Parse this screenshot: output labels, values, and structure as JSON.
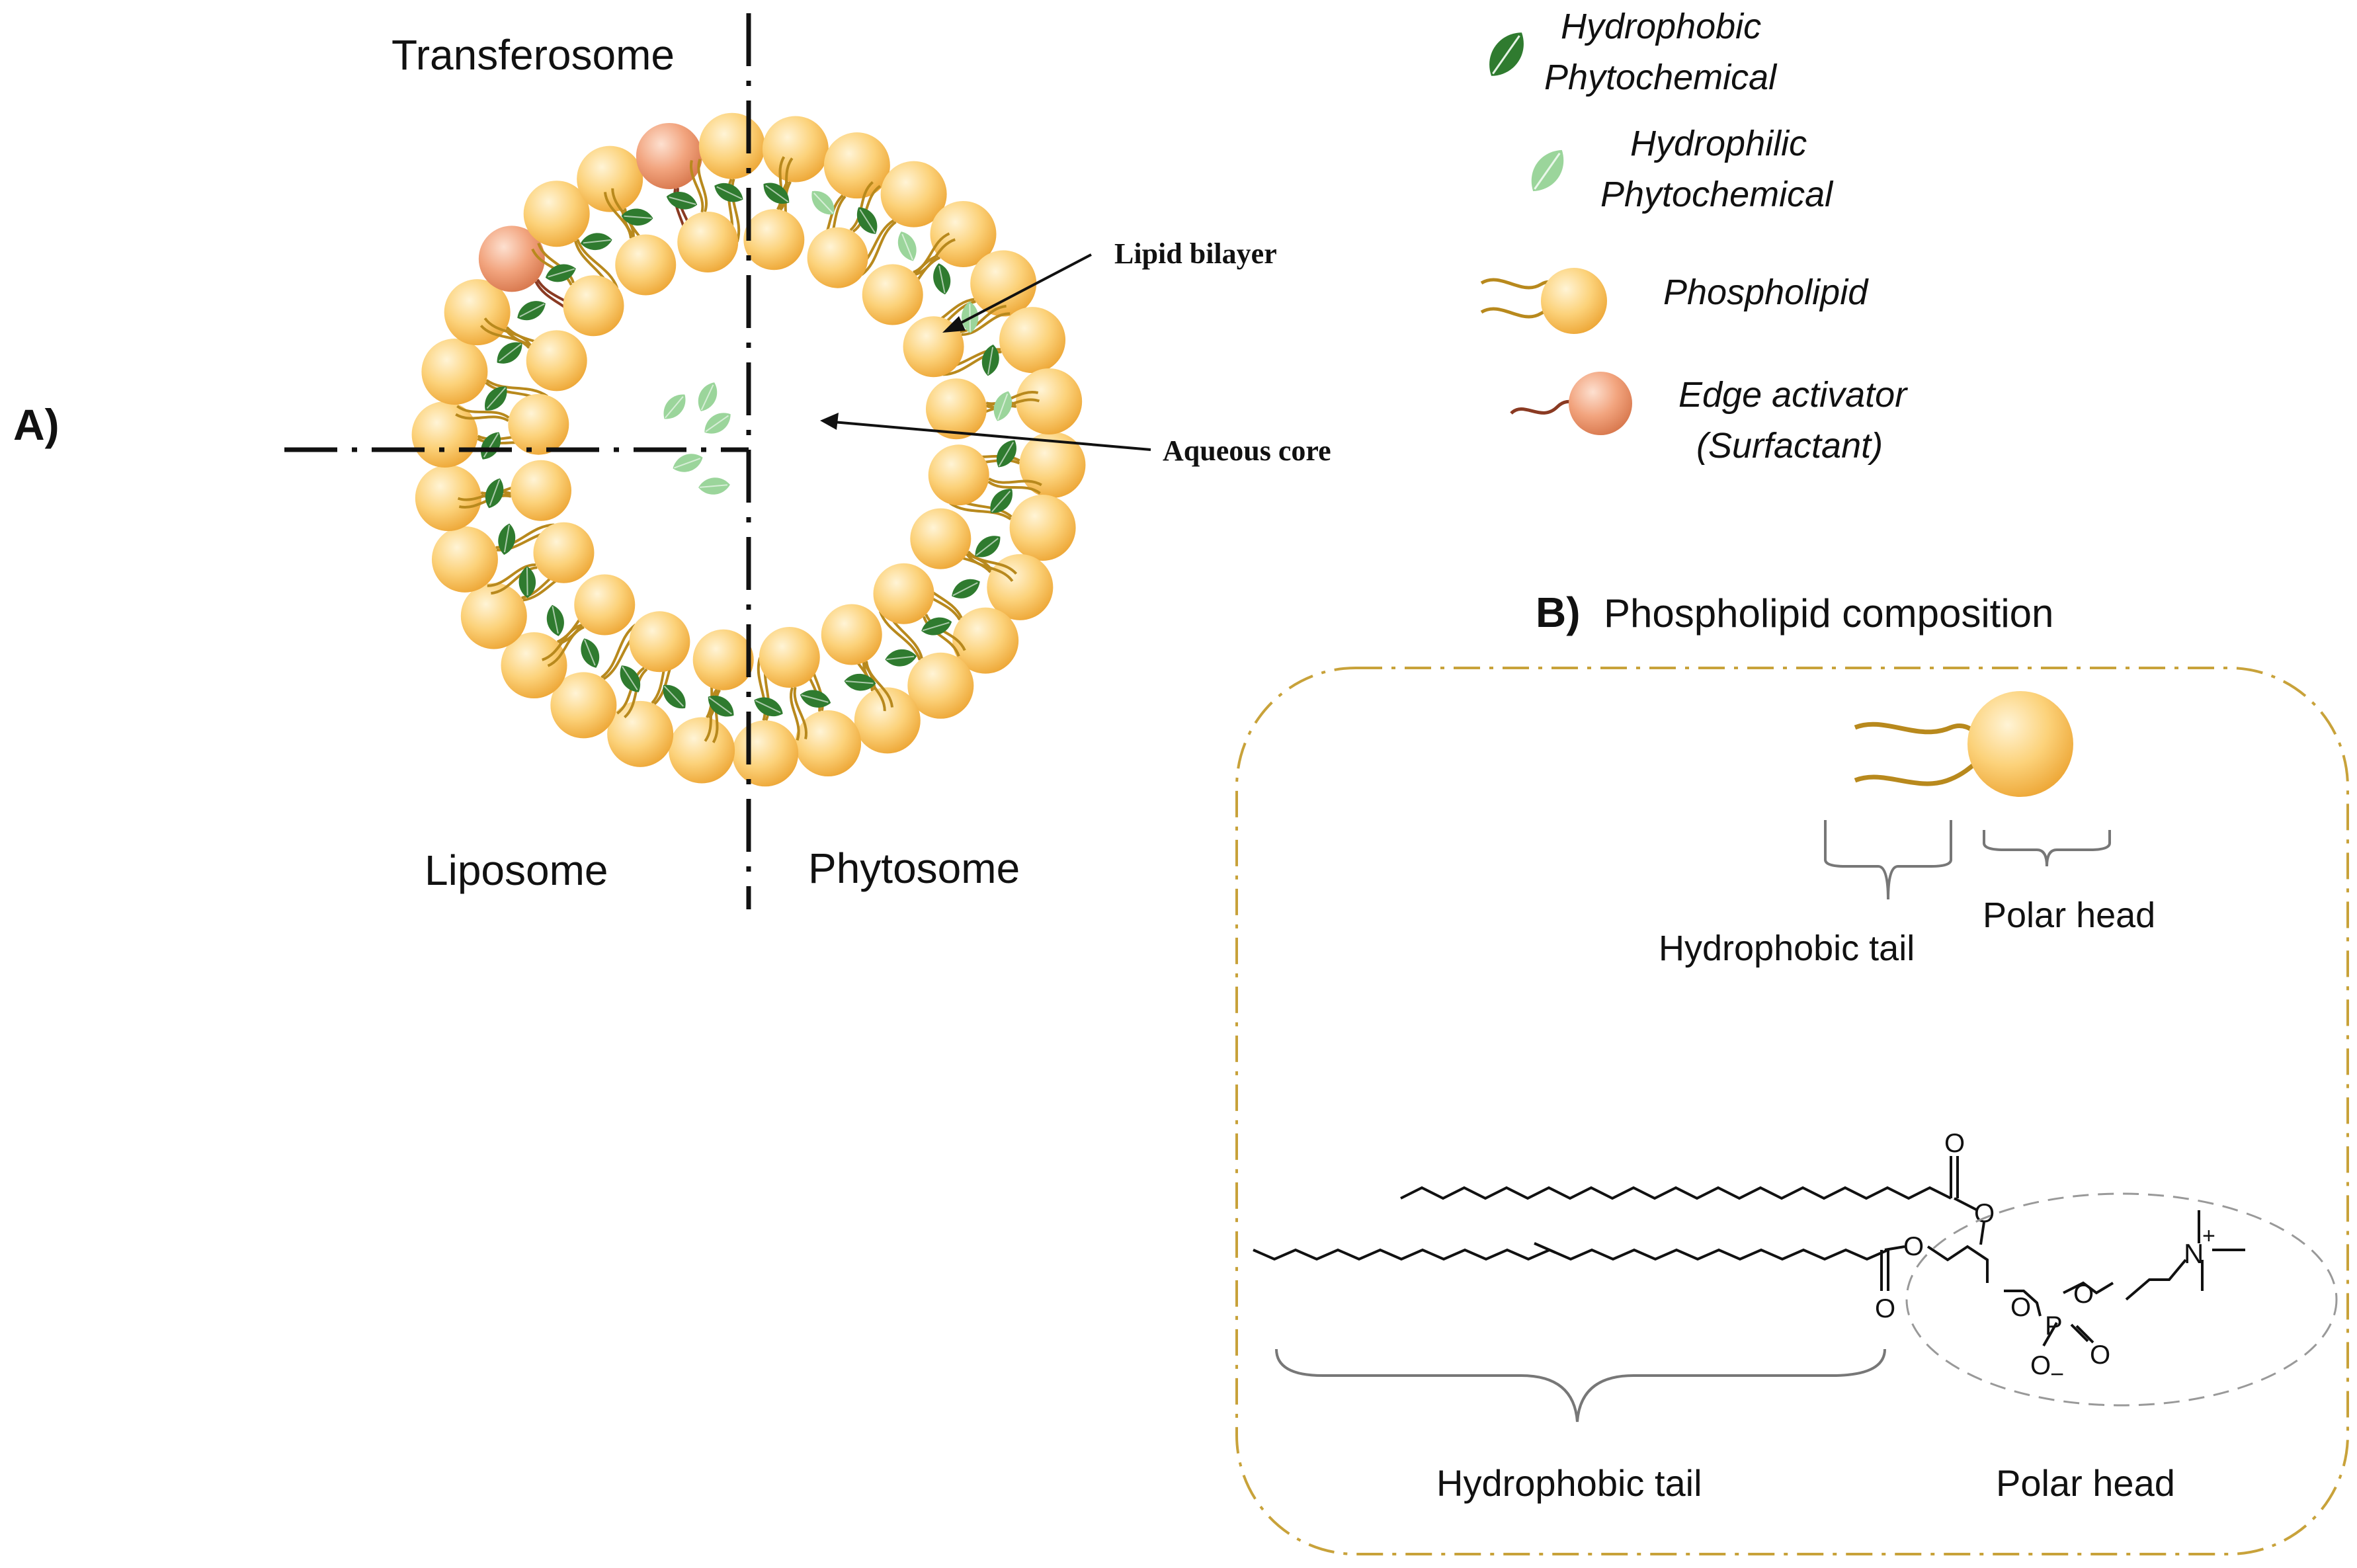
{
  "panel_a": {
    "label": "A)",
    "quadrants": {
      "transferosome": "Transferosome",
      "liposome": "Liposome",
      "phytosome": "Phytosome"
    },
    "annotations": {
      "lipid_bilayer": "Lipid bilayer",
      "aqueous_core": "Aqueous core"
    }
  },
  "legend": {
    "hydrophobic": [
      "Hydrophobic",
      "Phytochemical"
    ],
    "hydrophilic": [
      "Hydrophilic",
      "Phytochemical"
    ],
    "phospholipid": "Phospholipid",
    "edge_activator": [
      "Edge activator",
      "(Surfactant)"
    ]
  },
  "panel_b": {
    "label": "B)",
    "title": "Phospholipid composition",
    "hydrophobic_tail": "Hydrophobic tail",
    "polar_head": "Polar head",
    "chem": {
      "oxygen": "O",
      "phosphorus": "P",
      "nitrogen": "N",
      "plus": "+",
      "minus": "−"
    }
  },
  "colors": {
    "head_fill": "#fbc75a",
    "head_highlight": "#fff3cf",
    "edge_fill": "#ef9a72",
    "tail": "#b8891d",
    "edge_tail": "#8a3a22",
    "leaf_dark": "#2f7b2f",
    "leaf_light": "#9bd59b",
    "box_border": "#c8a23a",
    "ellipse_border": "#999999"
  }
}
